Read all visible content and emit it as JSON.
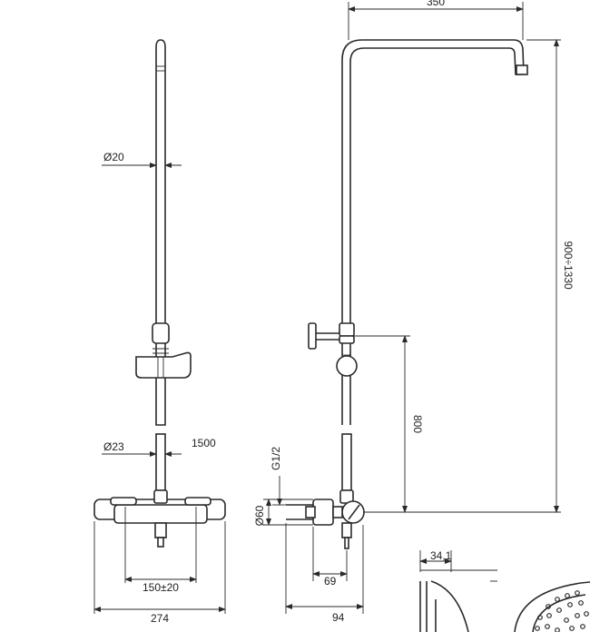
{
  "dimensions": {
    "top_width": "350",
    "height_range": "900÷1330",
    "tube_diameter": "Ø20",
    "bar_diameter": "Ø23",
    "bar_length": "1500",
    "connection": "G1/2",
    "mixer_diameter": "Ø60",
    "handle_height": "800",
    "centers": "150±20",
    "mixer_width": "274",
    "projection": "69",
    "depth": "94",
    "head_height": "34,1"
  }
}
